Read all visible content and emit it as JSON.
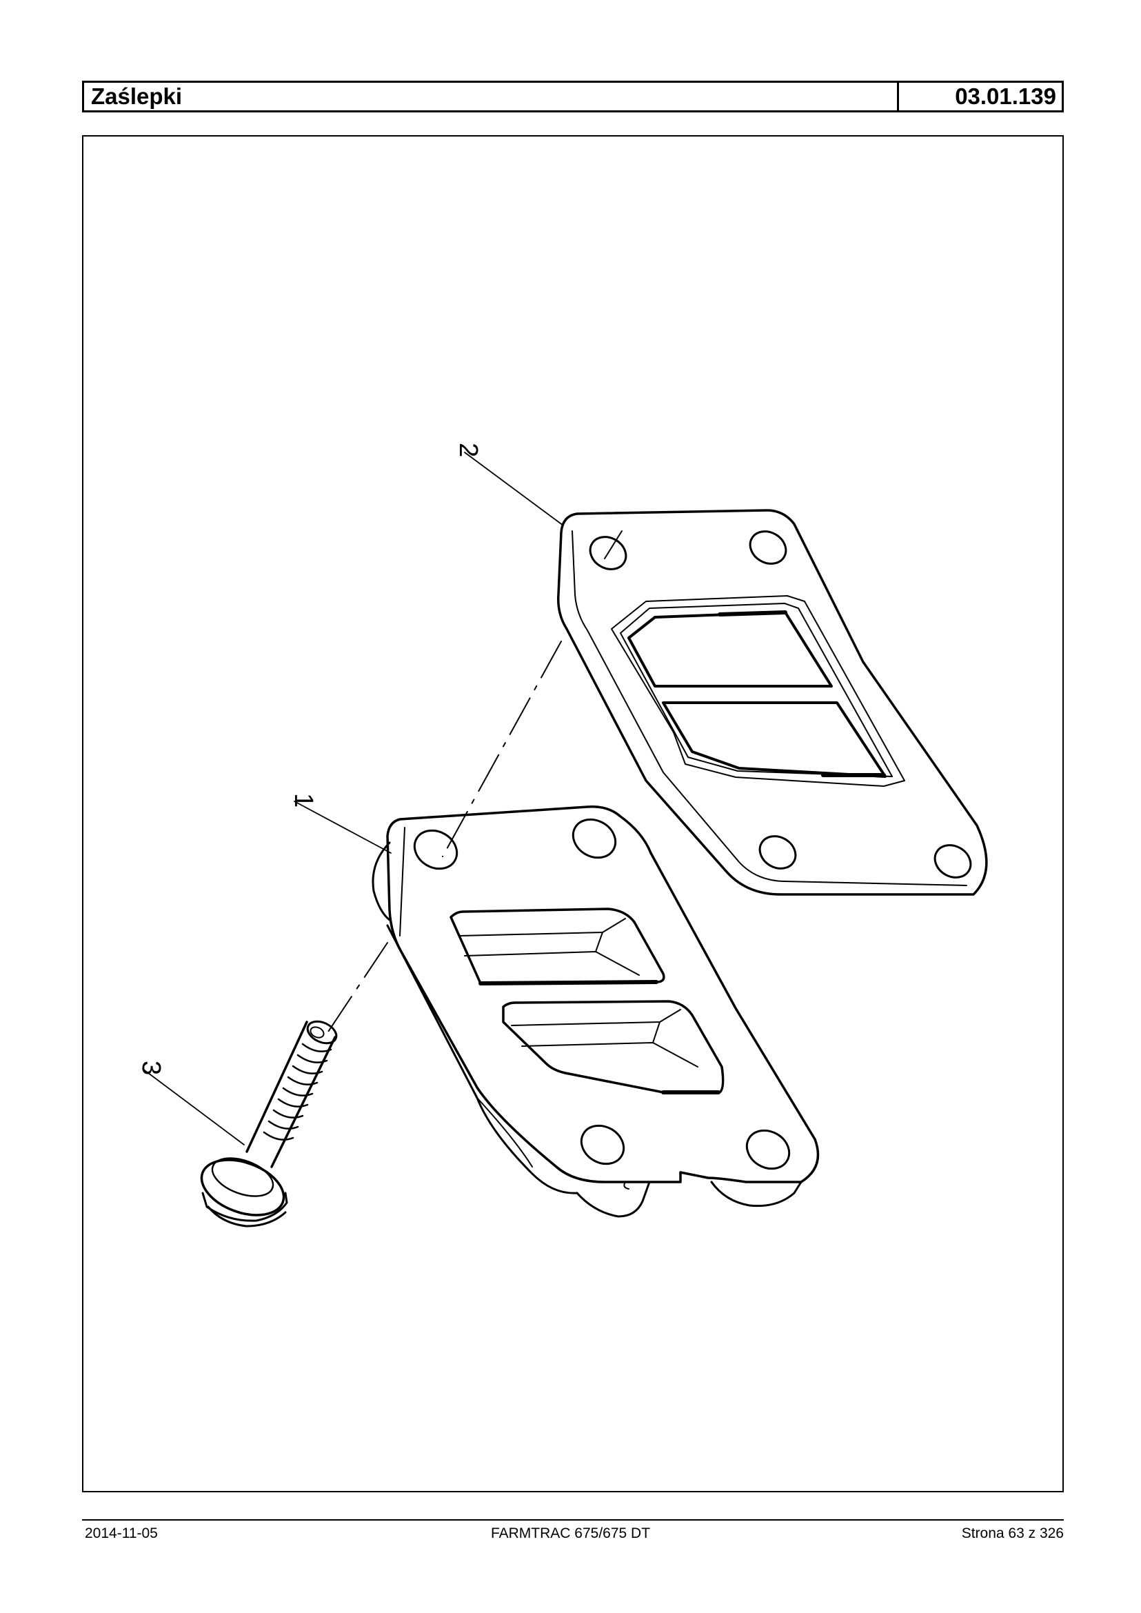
{
  "header": {
    "title": "Zaślepki",
    "code": "03.01.139"
  },
  "drawing": {
    "callouts": [
      "1",
      "2",
      "3"
    ],
    "parts": [
      "cover-plate",
      "gasket",
      "flange-bolt"
    ]
  },
  "footer": {
    "date": "2014-11-05",
    "model": "FARMTRAC 675/675 DT",
    "page": "Strona 63 z 326"
  }
}
